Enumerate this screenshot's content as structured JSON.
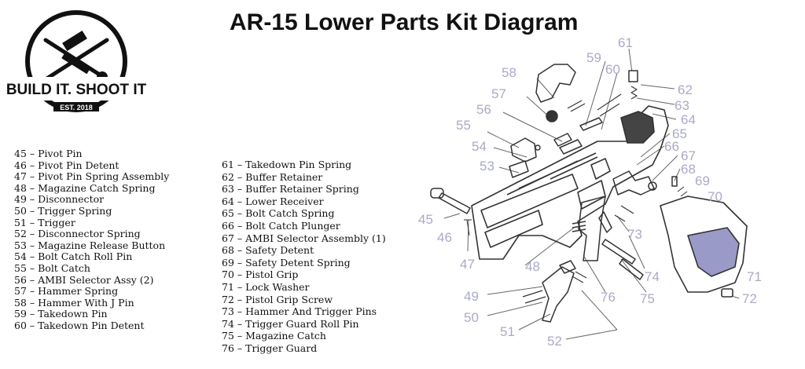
{
  "title": "AR-15 Lower Parts Kit Diagram",
  "logo": {
    "name": "BUILD IT. SHOOT IT",
    "est": "EST. 2018"
  },
  "parts_left": [
    "45 – Pivot Pin",
    "46 – Pivot Pin Detent",
    "47 – Pivot Pin Spring Assembly",
    "48 – Magazine Catch Spring",
    "49 – Disconnector",
    "50 – Trigger Spring",
    "51 – Trigger",
    "52 – Disconnector Spring",
    "53 – Magazine Release Button",
    "54 – Bolt Catch Roll Pin",
    "55 – Bolt Catch",
    "56 – AMBI Selector Assy (2)",
    "57 – Hammer Spring",
    "58 – Hammer With J Pin",
    "59 – Takedown Pin",
    "60 – Takedown Pin Detent"
  ],
  "parts_right": [
    "61 – Takedown Pin Spring",
    "62 – Buffer Retainer",
    "63 – Buffer Retainer Spring",
    "64 – Lower Receiver",
    "65 – Bolt Catch Spring",
    "66 – Bolt Catch Plunger",
    "67 – AMBI Selector Assembly (1)",
    "68 – Safety Detent",
    "69 – Safety Detent Spring",
    "70 – Pistol Grip",
    "71 – Lock Washer",
    "72 – Pistol Grip Screw",
    "73 – Hammer And Trigger Pins",
    "74 – Trigger Guard Roll Pin",
    "75 – Magazine Catch",
    "76 – Trigger Guard"
  ],
  "callouts": [
    "45",
    "46",
    "47",
    "48",
    "49",
    "50",
    "51",
    "52",
    "53",
    "54",
    "55",
    "56",
    "57",
    "58",
    "59",
    "60",
    "61",
    "62",
    "63",
    "64",
    "65",
    "66",
    "67",
    "68",
    "69",
    "70",
    "71",
    "72",
    "73",
    "74",
    "75",
    "76"
  ]
}
